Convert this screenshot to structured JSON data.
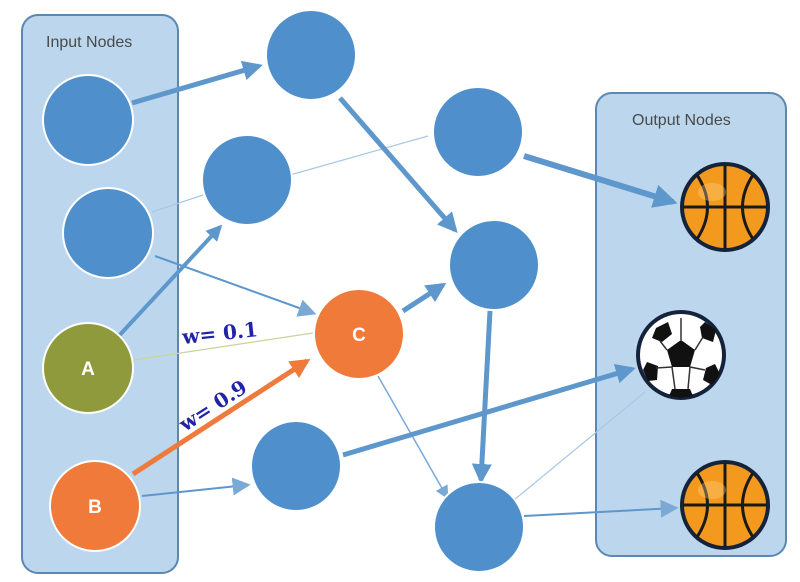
{
  "panels": {
    "input_title": "Input Nodes",
    "output_title": "Output Nodes"
  },
  "nodes": {
    "a_label": "A",
    "b_label": "B",
    "c_label": "C"
  },
  "weights": {
    "a_to_c": "w= 0.1",
    "b_to_c": "w= 0.9"
  },
  "outputs": [
    "basketball",
    "soccer ball",
    "basketball"
  ],
  "colors": {
    "panel_fill": "#bcd7ed",
    "panel_stroke": "#5a88b3",
    "node_blue": "#4f8fcb",
    "node_orange": "#ef7a3a",
    "node_olive": "#8f9a3c",
    "arrow_blue": "#5e97cc",
    "arrow_orange": "#ee7b3c",
    "weight_text": "#2323a8"
  }
}
